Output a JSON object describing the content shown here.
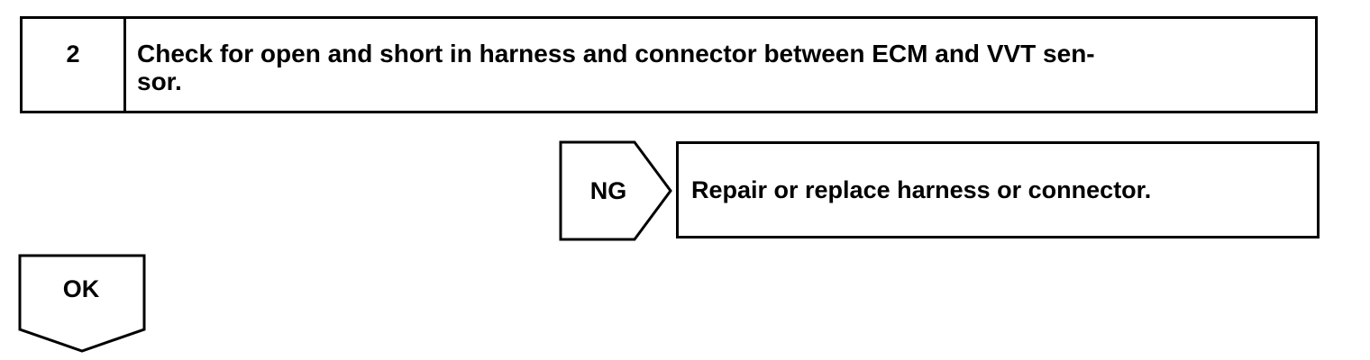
{
  "step": {
    "number": "2",
    "line1": "Check for open and short in harness and connector between ECM and VVT sen-",
    "line2": "sor."
  },
  "ng": {
    "label": "NG",
    "action": "Repair or replace harness or connector."
  },
  "ok": {
    "label": "OK"
  }
}
